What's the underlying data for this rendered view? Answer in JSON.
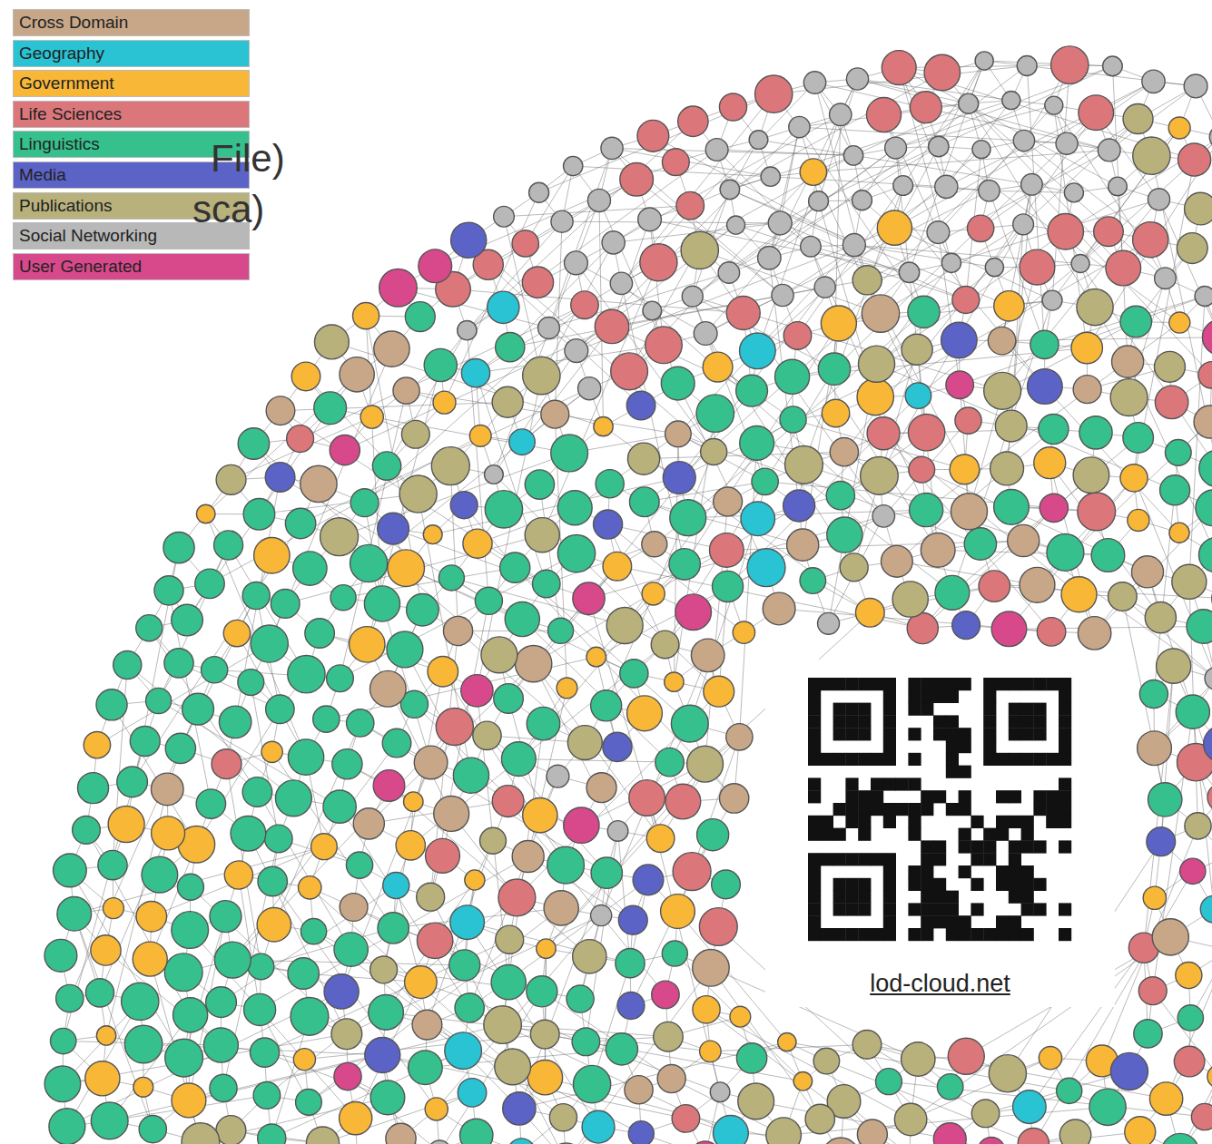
{
  "diagram": {
    "labels": [
      "File)",
      "sca)",
      "lod-cloud.net"
    ],
    "legend": [
      {
        "text": "Cross Domain",
        "color": "#c8a788"
      },
      {
        "text": "Geography",
        "color": "#29c3d3"
      },
      {
        "text": "Government",
        "color": "#f8b737"
      },
      {
        "text": "Life Sciences",
        "color": "#db777b"
      },
      {
        "text": "Linguistics",
        "color": "#36c08e"
      },
      {
        "text": "Media",
        "color": "#5b63c6"
      },
      {
        "text": "Publications",
        "color": "#b8b17c"
      },
      {
        "text": "Social Networking",
        "color": "#b8b8b8"
      },
      {
        "text": "User Generated",
        "color": "#d8498c"
      }
    ]
  }
}
